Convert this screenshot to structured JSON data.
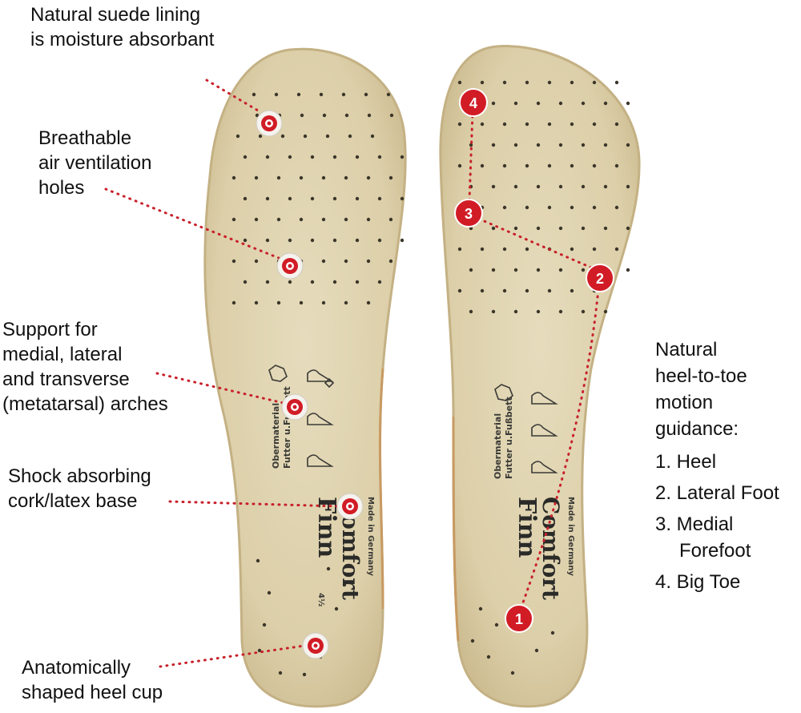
{
  "colors": {
    "insole_fill": "#ddd1ad",
    "insole_edge": "#c9b88e",
    "dotted_line": "#c8202a",
    "marker_red": "#d11c26"
  },
  "callouts": [
    {
      "lines": [
        "Natural suede lining",
        "is moisture absorbant"
      ]
    },
    {
      "lines": [
        "Breathable",
        "air ventilation",
        "holes"
      ]
    },
    {
      "lines": [
        "Support for",
        "medial, lateral",
        "and transverse",
        "(metatarsal) arches"
      ]
    },
    {
      "lines": [
        "Shock absorbing",
        "cork/latex base"
      ]
    },
    {
      "lines": [
        "Anatomically",
        "shaped heel cup"
      ]
    }
  ],
  "guidance": {
    "heading": [
      "Natural",
      "heel-to-toe",
      "motion",
      "guidance:"
    ],
    "steps": [
      "1. Heel",
      "2. Lateral Foot",
      "3. Medial",
      "Forefoot",
      "4. Big Toe"
    ]
  },
  "markers": [
    "1",
    "2",
    "3",
    "4"
  ],
  "insole_print": {
    "brand_line1": "Finn",
    "brand_line2": "Comfort",
    "made_in": "Made in Germany",
    "material_1": "Obermaterial",
    "material_2": "Futter u.Fußbett",
    "size": "4½"
  }
}
